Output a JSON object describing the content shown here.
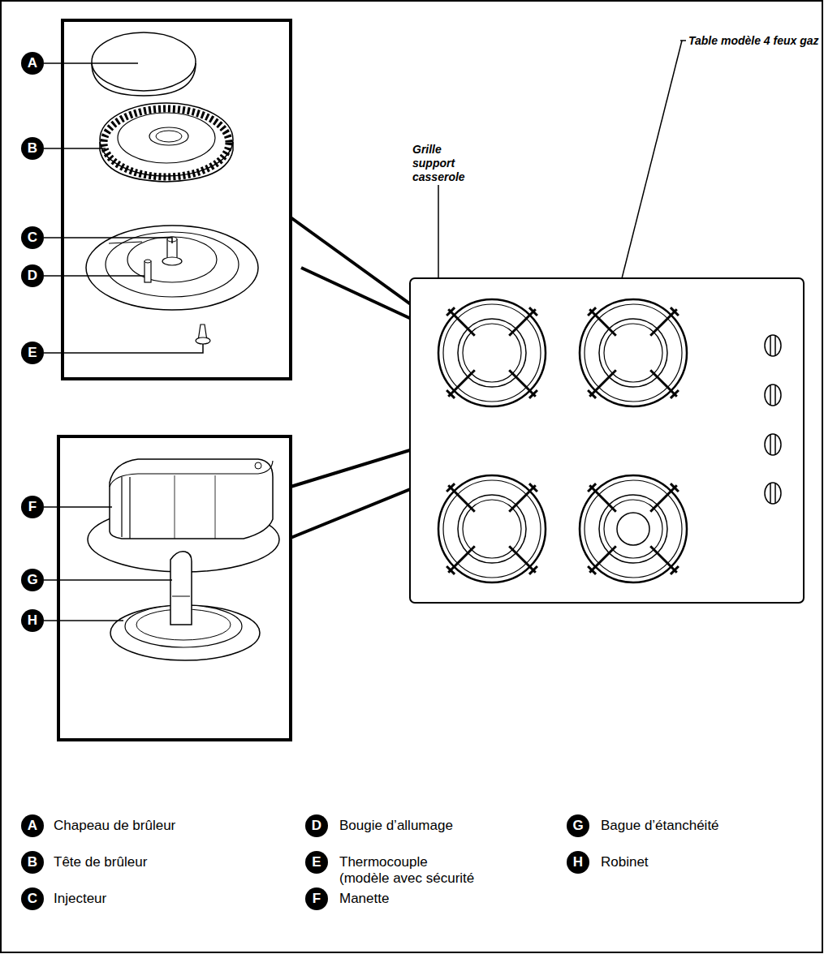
{
  "diagram": {
    "labels": [
      "A",
      "B",
      "C",
      "D",
      "E",
      "F",
      "G",
      "H",
      "Grille support casserole",
      "Table modèle 4 feux gaz",
      "A",
      "B",
      "C",
      "D",
      "E",
      "F",
      "G",
      "H"
    ],
    "legend": [
      {
        "text": "Chapeau de brûleur"
      },
      {
        "text": "Tête de brûleur"
      },
      {
        "text": "Injecteur"
      },
      {
        "text": "Bougie d’allumage"
      },
      {
        "text": "Thermocouple (modèle avec sécurité"
      },
      {
        "text": "Manette"
      },
      {
        "text": "Bague d’étanchéité"
      },
      {
        "text": "Robinet"
      }
    ]
  }
}
